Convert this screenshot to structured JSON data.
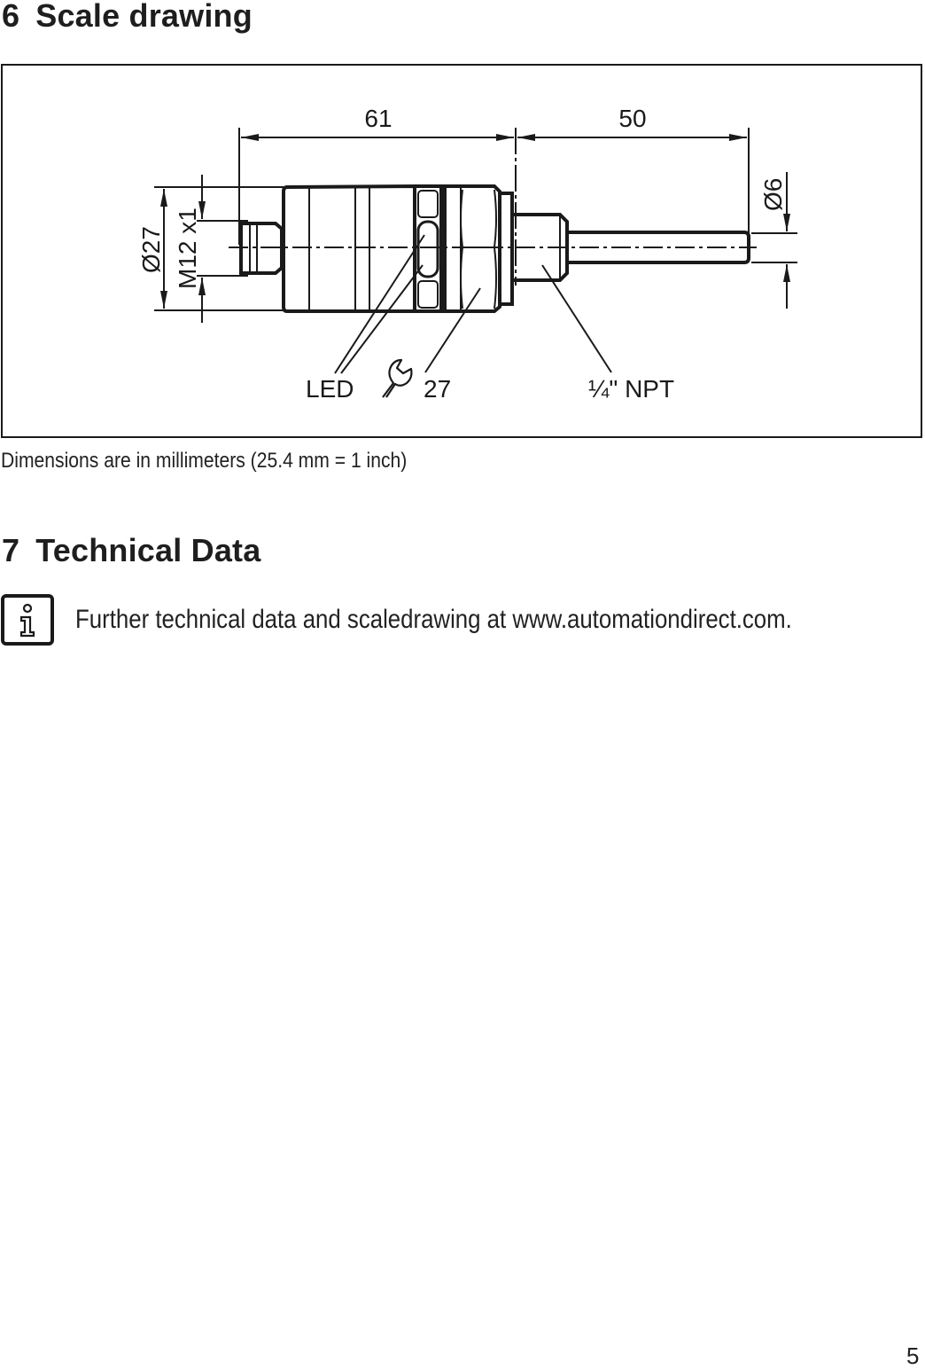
{
  "sections": [
    {
      "number": "6",
      "title": "Scale drawing"
    },
    {
      "number": "7",
      "title": "Technical Data"
    }
  ],
  "drawing": {
    "dimensions": {
      "length_housing": "61",
      "length_probe": "50",
      "diameter_housing": "Ø27",
      "connector_thread": "M12 x1",
      "diameter_probe": "Ø6"
    },
    "labels": {
      "led": "LED",
      "wrench_size": "27",
      "process_thread": "¼\" NPT"
    },
    "icons": [
      "wrench-icon"
    ]
  },
  "caption": "Dimensions are in millimeters (25.4 mm = 1 inch)",
  "info_note": {
    "icon": "info-icon",
    "text": "Further technical data and scaledrawing at www.automationdirect.com."
  },
  "page_number": "5"
}
